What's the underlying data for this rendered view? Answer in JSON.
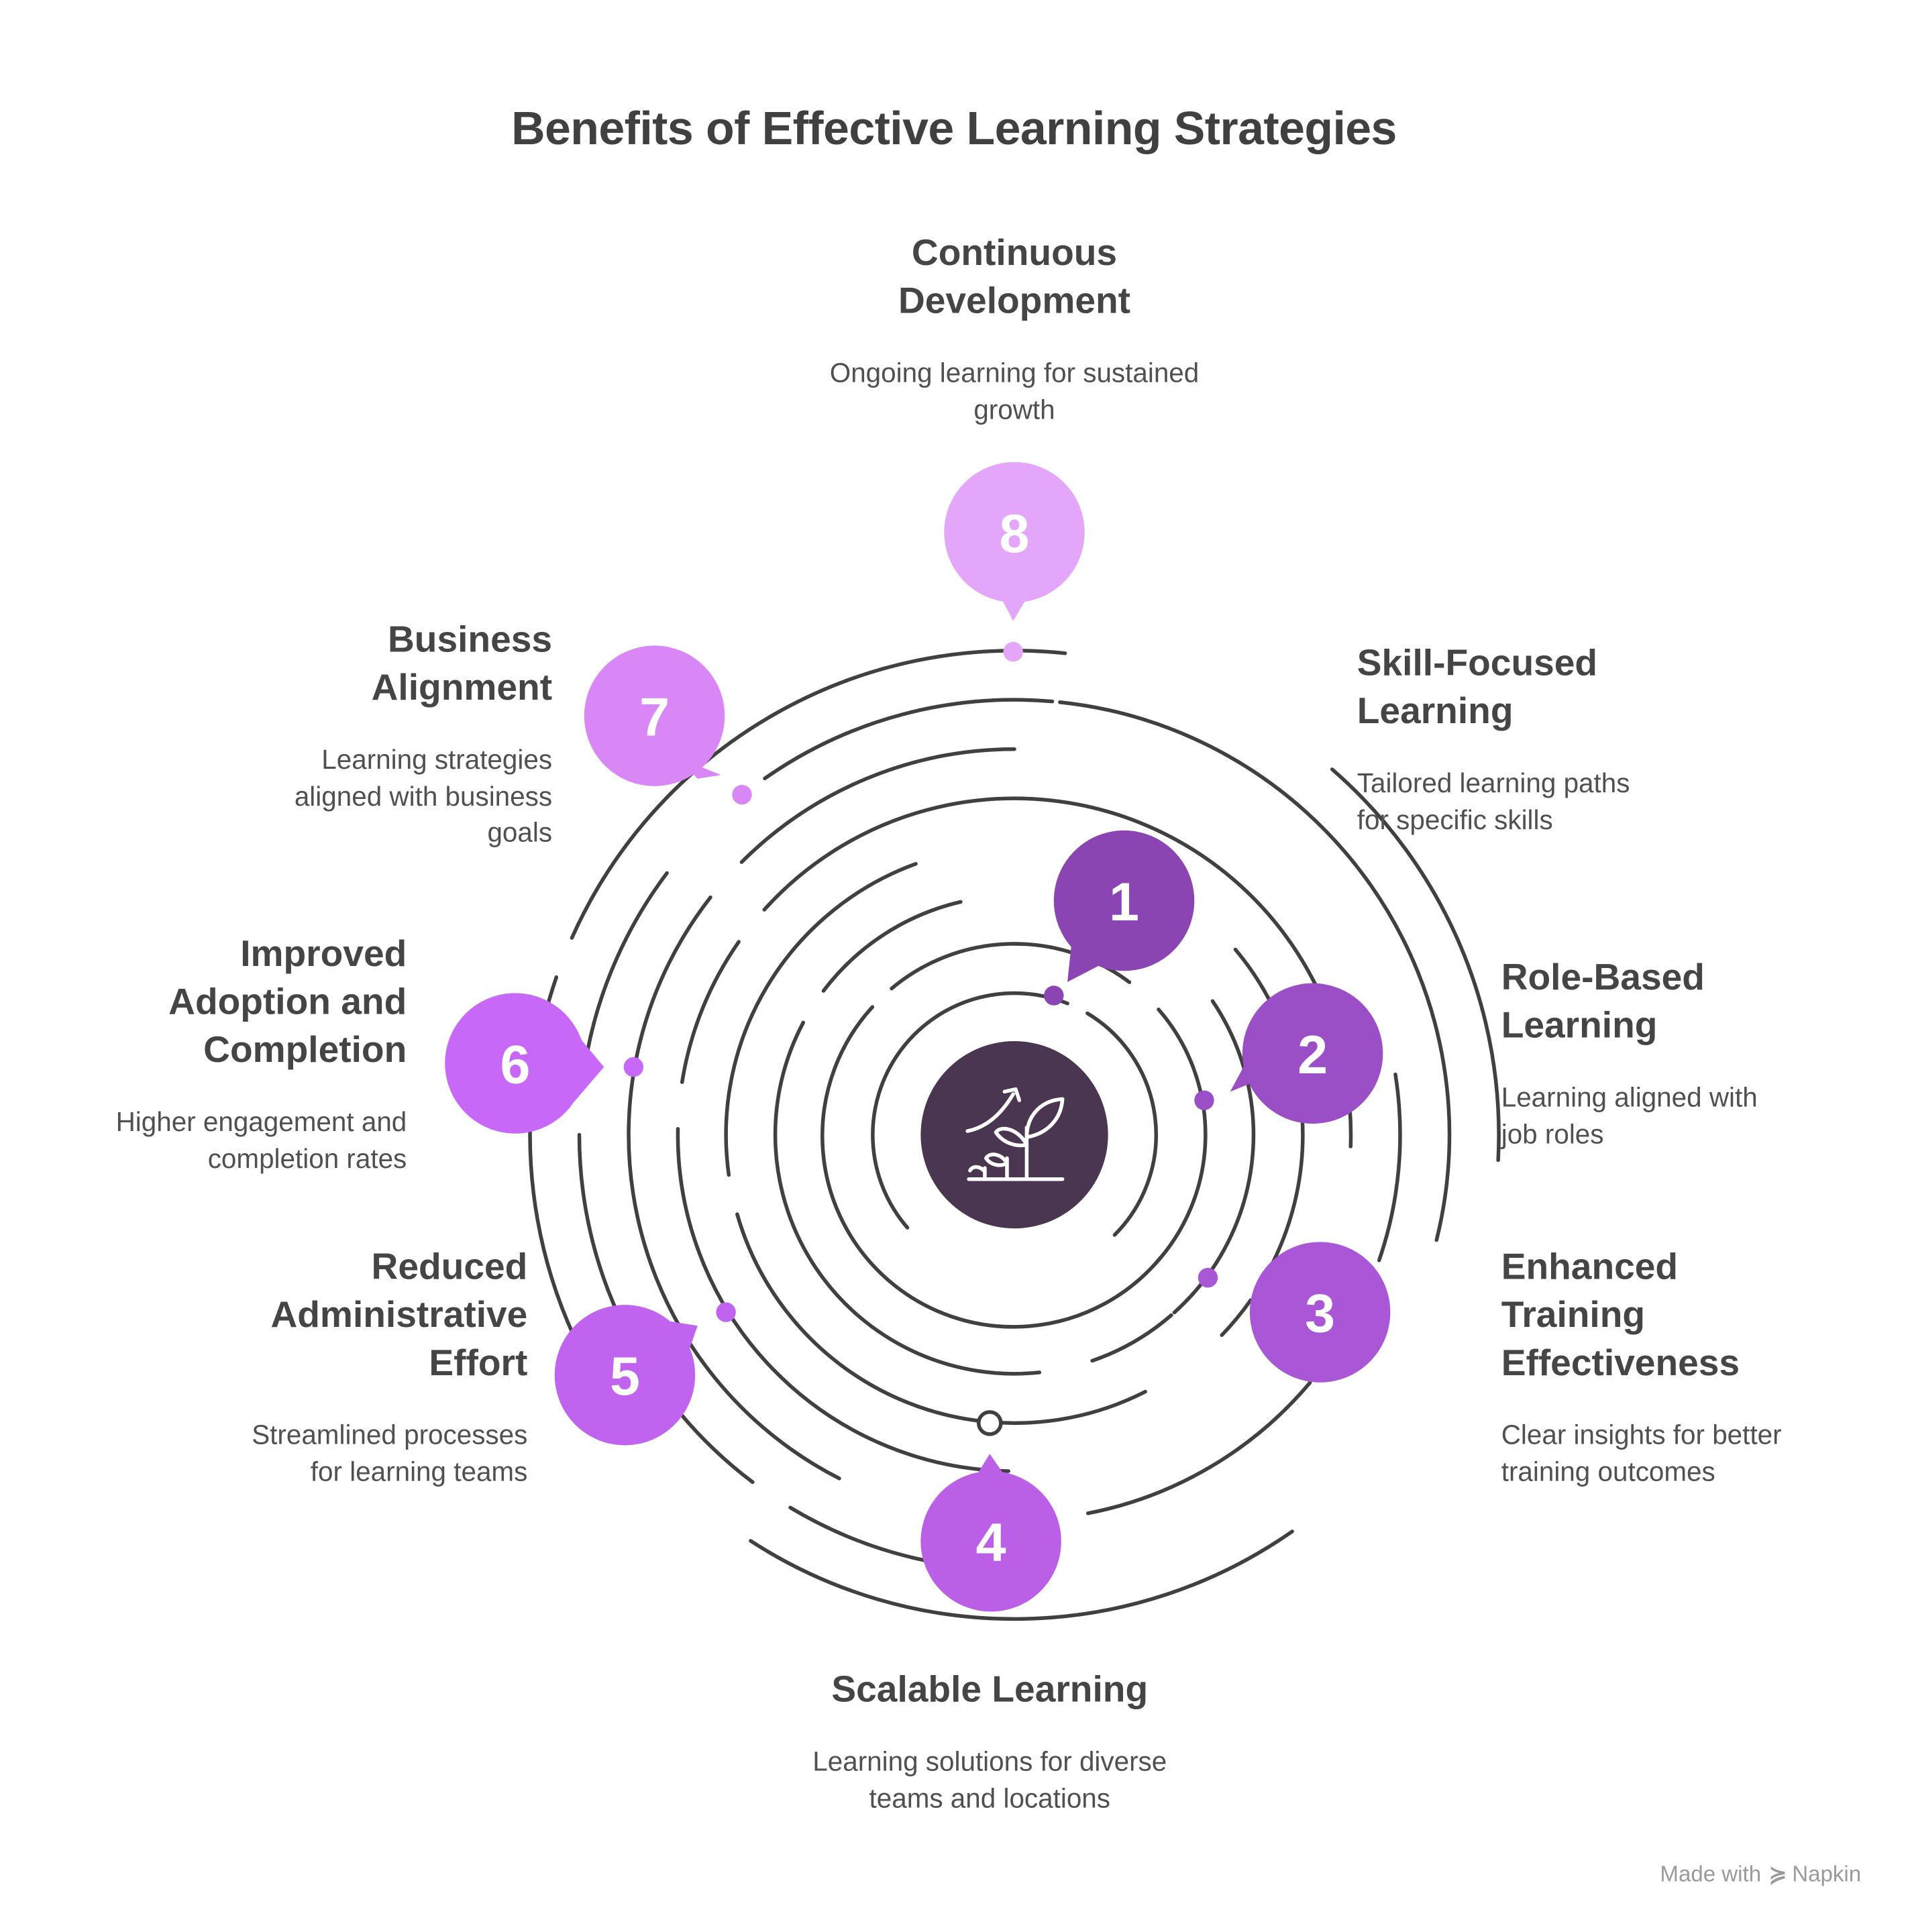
{
  "title": "Benefits of Effective Learning Strategies",
  "center_icon": "growth-plant-icon",
  "colors": {
    "center": "#4a3650",
    "rings": "#404040",
    "n1": "#8b45b2",
    "n2": "#9b4fc6",
    "n3": "#a957d6",
    "n4": "#bb5fe6",
    "n5": "#c063ee",
    "n6": "#c768f8",
    "n7": "#d987f7",
    "n8": "#e4a6f9"
  },
  "items": [
    {
      "number": "1",
      "title": "Skill-Focused Learning",
      "title_lines": [
        "Skill-Focused",
        "Learning"
      ],
      "desc_lines": [
        "Tailored learning paths",
        "for specific skills"
      ]
    },
    {
      "number": "2",
      "title": "Role-Based Learning",
      "title_lines": [
        "Role-Based",
        "Learning"
      ],
      "desc_lines": [
        "Learning aligned with",
        "job roles"
      ]
    },
    {
      "number": "3",
      "title": "Enhanced Training Effectiveness",
      "title_lines": [
        "Enhanced",
        "Training",
        "Effectiveness"
      ],
      "desc_lines": [
        "Clear insights for better",
        "training outcomes"
      ]
    },
    {
      "number": "4",
      "title": "Scalable Learning",
      "title_lines": [
        "Scalable Learning"
      ],
      "desc_lines": [
        "Learning solutions for diverse",
        "teams and locations"
      ]
    },
    {
      "number": "5",
      "title": "Reduced Administrative Effort",
      "title_lines": [
        "Reduced",
        "Administrative",
        "Effort"
      ],
      "desc_lines": [
        "Streamlined processes",
        "for learning teams"
      ]
    },
    {
      "number": "6",
      "title": "Improved Adoption and Completion",
      "title_lines": [
        "Improved",
        "Adoption and",
        "Completion"
      ],
      "desc_lines": [
        "Higher engagement and",
        "completion rates"
      ]
    },
    {
      "number": "7",
      "title": "Business Alignment",
      "title_lines": [
        "Business",
        "Alignment"
      ],
      "desc_lines": [
        "Learning strategies",
        "aligned with business",
        "goals"
      ]
    },
    {
      "number": "8",
      "title": "Continuous Development",
      "title_lines": [
        "Continuous",
        "Development"
      ],
      "desc_lines": [
        "Ongoing learning for sustained",
        "growth"
      ]
    }
  ],
  "footer": {
    "made_with": "Made with",
    "brand": "Napkin"
  }
}
